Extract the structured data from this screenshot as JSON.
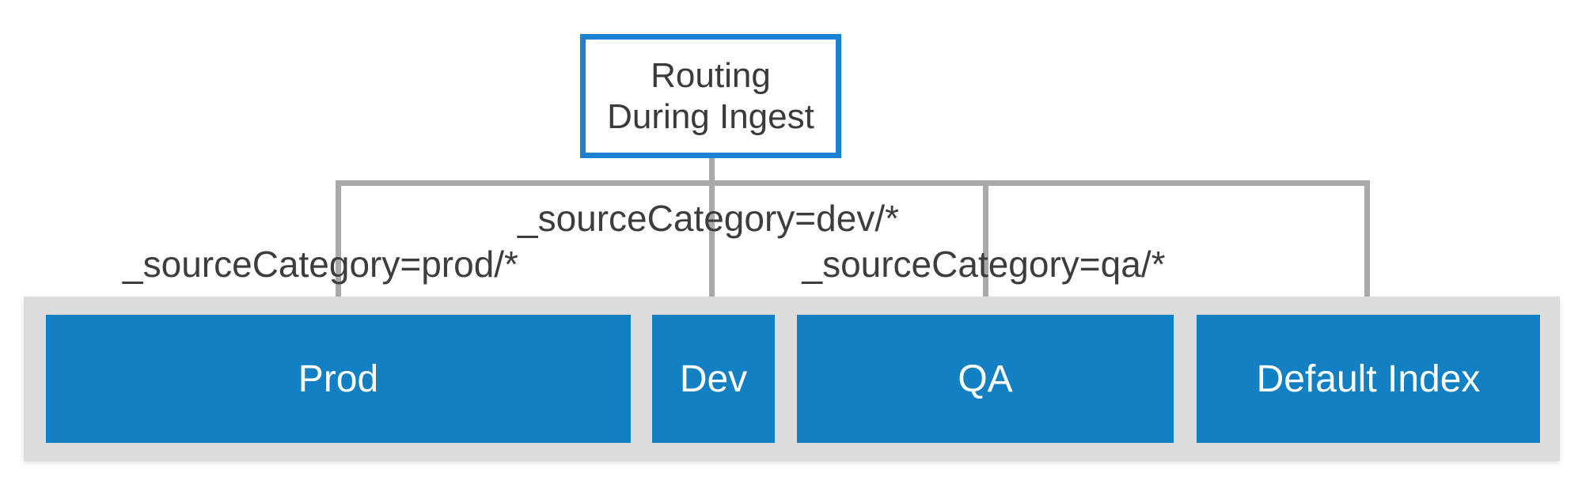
{
  "diagram": {
    "root_label": "Routing\nDuring Ingest",
    "branches": [
      {
        "condition": "_sourceCategory=prod/*",
        "target": "Prod"
      },
      {
        "condition": "_sourceCategory=dev/*",
        "target": "Dev"
      },
      {
        "condition": "_sourceCategory=qa/*",
        "target": "QA"
      },
      {
        "target": "Default Index"
      }
    ]
  },
  "colors": {
    "node_blue": "#1480c4",
    "root_border_blue": "#1a82d2",
    "container_gray": "#dcdcdc",
    "connector_gray": "#a9a9a9",
    "condition_text": "#3d3d3d",
    "root_text": "#3a3a3a",
    "node_text": "#ffffff"
  }
}
